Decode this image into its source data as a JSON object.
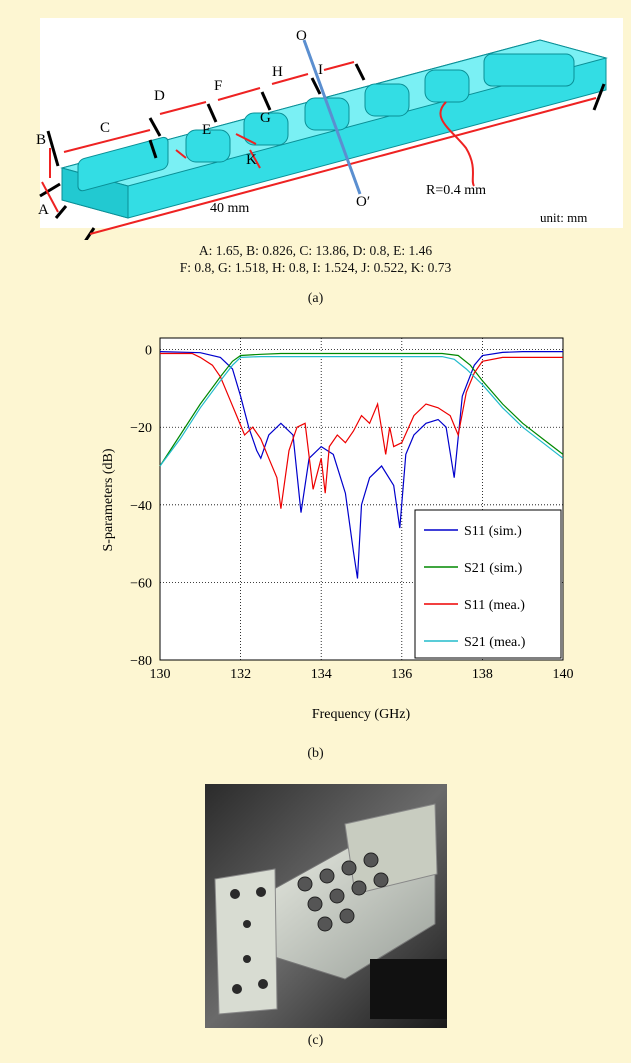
{
  "figure_a": {
    "labels": {
      "A": "A",
      "B": "B",
      "C": "C",
      "D": "D",
      "E": "E",
      "F": "F",
      "G": "G",
      "H": "H",
      "I": "I",
      "K": "K",
      "O": "O",
      "O_prime": "O′"
    },
    "length_label": "40 mm",
    "radius_label": "R=0.4 mm",
    "unit_label": "unit: mm",
    "params_line1": "A: 1.65, B: 0.826, C: 13.86, D: 0.8, E: 1.46",
    "params_line2": "F: 0.8, G: 1.518, H: 0.8, I: 1.524, J: 0.522, K: 0.73",
    "caption": "(a)",
    "colors": {
      "block": "#33dde4",
      "annot": "#ee2222",
      "cut_line": "#5b8fd0"
    }
  },
  "figure_b": {
    "caption": "(b)"
  },
  "figure_c": {
    "caption": "(c)"
  },
  "chart_data": {
    "type": "line",
    "xlabel": "Frequency (GHz)",
    "ylabel": "S-parameters (dB)",
    "xlim": [
      130,
      140
    ],
    "ylim": [
      -80,
      3
    ],
    "xticks": [
      130,
      132,
      134,
      136,
      138,
      140
    ],
    "yticks": [
      0,
      -20,
      -40,
      -60,
      -80
    ],
    "grid": true,
    "legend_position": "bottom-right",
    "series": [
      {
        "name": "S11 (sim.)",
        "color": "#0000cc",
        "x": [
          130,
          131,
          131.5,
          131.8,
          132.0,
          132.2,
          132.4,
          132.5,
          132.7,
          133.0,
          133.3,
          133.5,
          133.7,
          134.0,
          134.3,
          134.6,
          134.8,
          134.9,
          135.0,
          135.2,
          135.5,
          135.8,
          135.95,
          136.1,
          136.3,
          136.6,
          136.9,
          137.1,
          137.3,
          137.5,
          137.8,
          138,
          138.5,
          139,
          140
        ],
        "y": [
          -0.5,
          -0.8,
          -2,
          -5,
          -12,
          -20,
          -26,
          -28,
          -22,
          -19,
          -22,
          -42,
          -28,
          -25,
          -27,
          -37,
          -52,
          -59,
          -40,
          -33,
          -30,
          -35,
          -46,
          -27,
          -22,
          -19,
          -18,
          -20,
          -33,
          -12,
          -4,
          -1.5,
          -0.7,
          -0.5,
          -0.5
        ]
      },
      {
        "name": "S21 (sim.)",
        "color": "#008800",
        "x": [
          130,
          130.5,
          131,
          131.5,
          131.8,
          132,
          132.5,
          133,
          134,
          135,
          136,
          137,
          137.4,
          137.7,
          138,
          138.5,
          139,
          139.5,
          140
        ],
        "y": [
          -30,
          -22,
          -14,
          -7,
          -3,
          -1.5,
          -1.2,
          -1,
          -1,
          -1,
          -1,
          -1,
          -1.5,
          -4,
          -8,
          -14,
          -19,
          -23,
          -27
        ]
      },
      {
        "name": "S11 (mea.)",
        "color": "#ee0000",
        "x": [
          130,
          130.8,
          131,
          131.3,
          131.5,
          131.7,
          131.9,
          132.1,
          132.3,
          132.5,
          132.7,
          132.9,
          133.0,
          133.2,
          133.4,
          133.6,
          133.8,
          134.0,
          134.1,
          134.2,
          134.4,
          134.6,
          134.8,
          135.0,
          135.2,
          135.4,
          135.6,
          135.7,
          135.8,
          136.0,
          136.3,
          136.6,
          136.9,
          137.2,
          137.4,
          137.6,
          137.8,
          138,
          138.5,
          139,
          140
        ],
        "y": [
          -1,
          -1,
          -2,
          -4,
          -7,
          -12,
          -17,
          -22,
          -20,
          -23,
          -28,
          -33,
          -41,
          -26,
          -20,
          -19,
          -36,
          -28,
          -37,
          -25,
          -22,
          -24,
          -21,
          -17,
          -19,
          -14,
          -27,
          -20,
          -25,
          -24,
          -17,
          -14,
          -15,
          -17,
          -22,
          -11,
          -6,
          -3,
          -2,
          -2,
          -2
        ]
      },
      {
        "name": "S21 (mea.)",
        "color": "#22bbcc",
        "x": [
          130,
          130.5,
          131,
          131.5,
          131.8,
          132,
          132.5,
          133,
          134,
          135,
          136,
          137,
          137.3,
          137.6,
          138,
          138.5,
          139,
          139.5,
          140
        ],
        "y": [
          -30,
          -23,
          -15,
          -8,
          -4,
          -2,
          -1.8,
          -1.8,
          -1.8,
          -1.8,
          -1.8,
          -1.8,
          -2.5,
          -5,
          -9,
          -15,
          -20,
          -24,
          -28
        ]
      }
    ]
  }
}
